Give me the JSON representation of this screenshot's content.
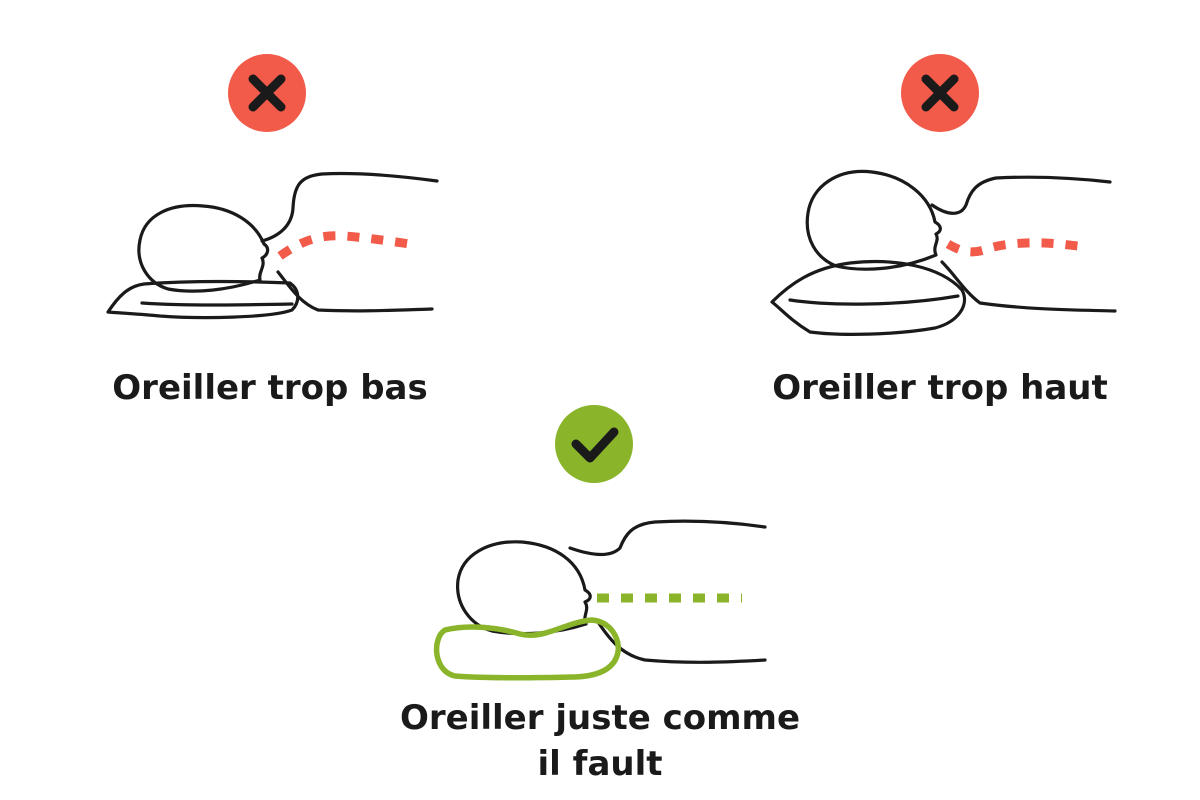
{
  "colors": {
    "wrong": "#f25a4a",
    "right": "#8ab52a",
    "line": "#1a1a1a",
    "background": "#ffffff"
  },
  "panels": [
    {
      "id": "low",
      "status": "wrong",
      "badge_icon": "cross-icon",
      "caption_lines": [
        "Oreiller trop bas"
      ]
    },
    {
      "id": "high",
      "status": "wrong",
      "badge_icon": "cross-icon",
      "caption_lines": [
        "Oreiller trop haut"
      ]
    },
    {
      "id": "good",
      "status": "right",
      "badge_icon": "check-icon",
      "caption_lines": [
        "Oreiller juste comme",
        "il fault"
      ]
    }
  ]
}
